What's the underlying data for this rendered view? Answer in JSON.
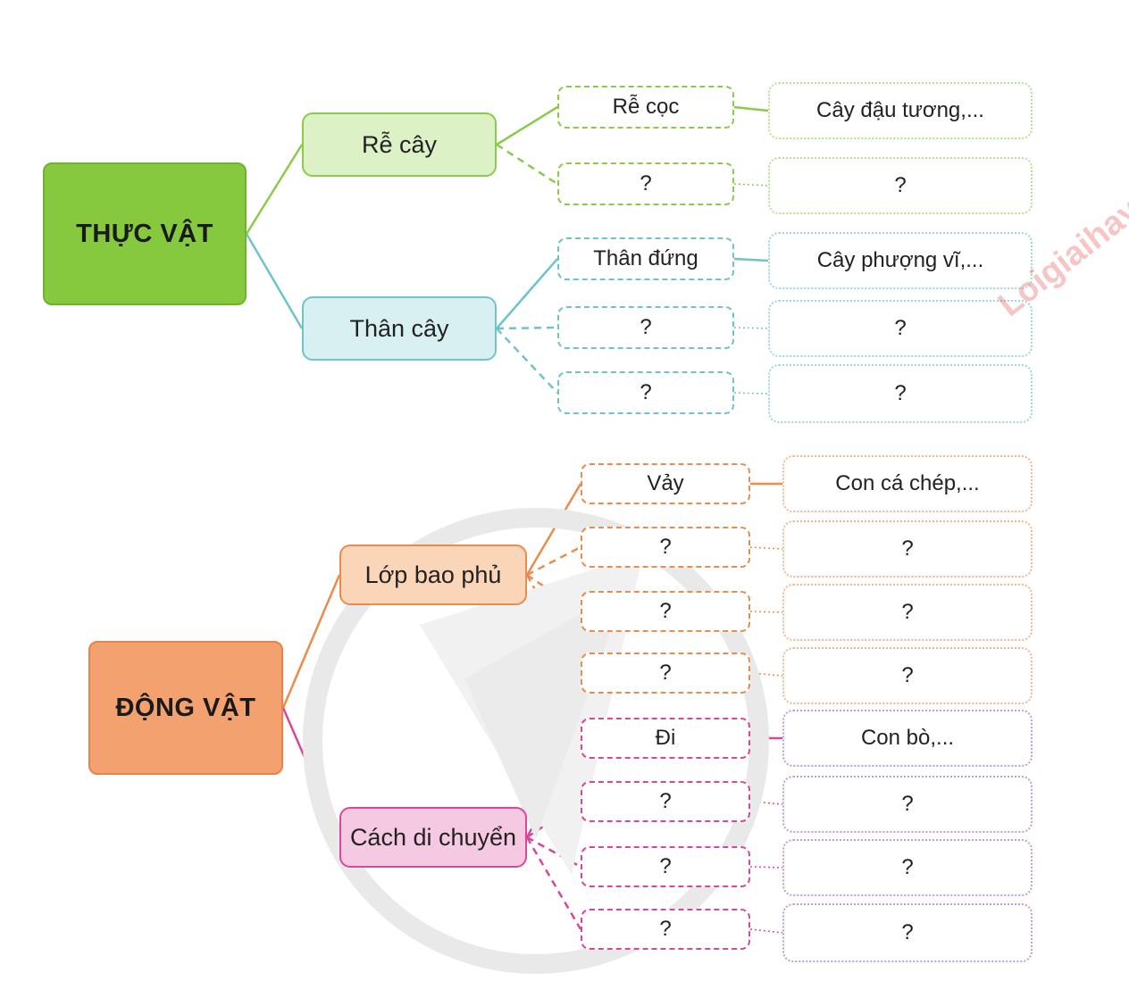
{
  "colors": {
    "plant_root": "#86c93f",
    "plant_root_border": "#6fb52c",
    "green": "#8acb4a",
    "green_fill": "#dcf2c6",
    "teal": "#6ec4c9",
    "teal_fill": "#d8f0f1",
    "animal_root": "#f3a16e",
    "animal_root_border": "#e8824b",
    "orange": "#e98c4d",
    "orange_fill": "#fbd5b8",
    "pink": "#d9479a",
    "pink_fill": "#f6c9e2",
    "violet": "#c39ad6"
  },
  "plants": {
    "title": "THỰC VẬT",
    "root_group": {
      "label": "Rễ cây",
      "items": [
        {
          "type": "Rễ cọc",
          "example": "Cây đậu tương,..."
        },
        {
          "type": "?",
          "example": "?"
        }
      ]
    },
    "stem_group": {
      "label": "Thân cây",
      "items": [
        {
          "type": "Thân đứng",
          "example": "Cây phượng vĩ,..."
        },
        {
          "type": "?",
          "example": "?"
        },
        {
          "type": "?",
          "example": "?"
        }
      ]
    }
  },
  "animals": {
    "title": "ĐỘNG VẬT",
    "cover_group": {
      "label": "Lớp bao phủ",
      "items": [
        {
          "type": "Vảy",
          "example": "Con cá chép,..."
        },
        {
          "type": "?",
          "example": "?"
        },
        {
          "type": "?",
          "example": "?"
        },
        {
          "type": "?",
          "example": "?"
        }
      ]
    },
    "move_group": {
      "label": "Cách di chuyển",
      "items": [
        {
          "type": "Đi",
          "example": "Con bò,..."
        },
        {
          "type": "?",
          "example": "?"
        },
        {
          "type": "?",
          "example": "?"
        },
        {
          "type": "?",
          "example": "?"
        }
      ]
    }
  },
  "watermark": "Loigiaihay.com"
}
